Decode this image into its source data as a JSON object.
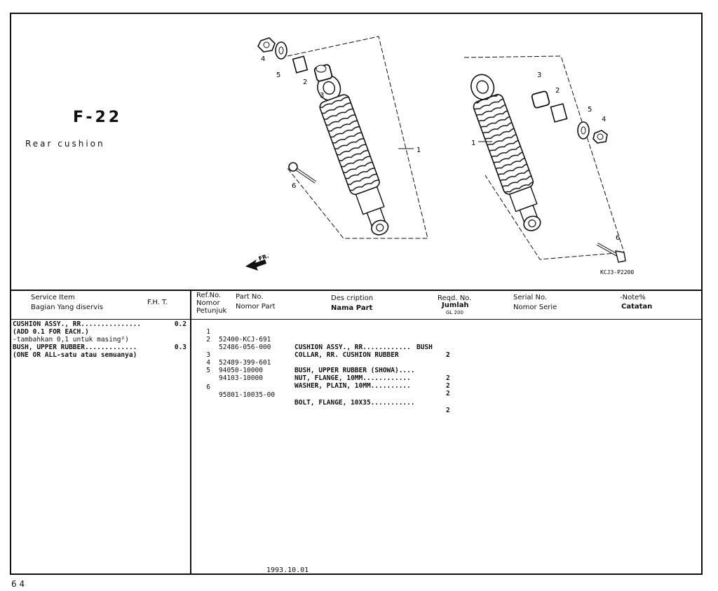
{
  "figure": {
    "code": "F-22",
    "title": "Rear cushion",
    "drawing_code": "KCJ3-P2200",
    "front_label": "FR."
  },
  "callouts": [
    "1",
    "2",
    "3",
    "4",
    "5",
    "6"
  ],
  "headers": {
    "service_item_en": "Service  Item",
    "service_item_id": "Bagian Yang diservis",
    "fht": "F.H. T.",
    "ref_no_en": "Ref.No.",
    "ref_no_id_1": "Nomor",
    "ref_no_id_2": "Petunjuk",
    "part_no_en": "Part No.",
    "part_no_id": "Nomor Part",
    "desc_en": "Des cription",
    "desc_id": "Nama Part",
    "reqd_no_en": "Reqd. No.",
    "reqd_no_id": "Jumlah",
    "reqd_no_sub": "GL 200",
    "serial_no_en": "Serial No.",
    "serial_no_id": "Nomor Serie",
    "note_en": "-Note%",
    "note_id": "Catatan"
  },
  "service_items": [
    {
      "label": "CUSHION ASSY., RR...............",
      "fht": "0.2"
    },
    {
      "label": "(ADD 0.1 FOR EACH.)",
      "fht": ""
    },
    {
      "label": "-tambahkan 0,1 untuk masing²)",
      "fht": ""
    },
    {
      "label": "BUSH, UPPER RUBBER.............",
      "fht": "0.3"
    },
    {
      "label": "(ONE OR ALL-satu atau semuanya)",
      "fht": ""
    }
  ],
  "parts": [
    {
      "ref": "1",
      "part_no": "52400-KCJ-691",
      "desc": "CUSHION ASSY., RR............",
      "qty": "2"
    },
    {
      "ref": "2",
      "part_no": "52486-056-000",
      "desc": "COLLAR, RR. CUSHION RUBBER",
      "qty": ""
    },
    {
      "ref": "",
      "part_no": "",
      "desc": "",
      "cont": "BUSH",
      "qty": "2"
    },
    {
      "ref": "3",
      "part_no": "52489-399-601",
      "desc": "BUSH, UPPER RUBBER (SHOWA)....",
      "qty": "2"
    },
    {
      "ref": "4",
      "part_no": "94050-10000",
      "desc": "NUT, FLANGE, 10MM............",
      "qty": "2"
    },
    {
      "ref": "5",
      "part_no": "94103-10000",
      "desc": "WASHER, PLAIN, 10MM..........",
      "qty": "2"
    },
    {
      "ref": "",
      "part_no": "",
      "desc": "",
      "qty": ""
    },
    {
      "ref": "6",
      "part_no": "95801-10035-00",
      "desc": "BOLT, FLANGE, 10X35...........",
      "qty": "2"
    }
  ],
  "date": "1993.10.01",
  "page_number": "6 4"
}
